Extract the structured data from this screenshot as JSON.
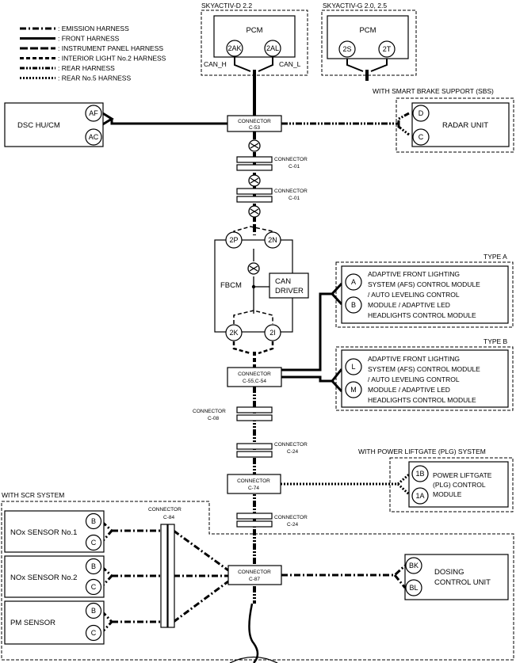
{
  "legend": [
    {
      "label": ": EMISSION HARNESS",
      "style": "dash-dot"
    },
    {
      "label": ": FRONT HARNESS",
      "style": "solid"
    },
    {
      "label": ": INSTRUMENT PANEL HARNESS",
      "style": "long-dash"
    },
    {
      "label": ": INTERIOR LIGHT No.2 HARNESS",
      "style": "dash"
    },
    {
      "label": ": REAR HARNESS",
      "style": "dash-dot-dot"
    },
    {
      "label": ": REAR No.5 HARNESS",
      "style": "dotted"
    }
  ],
  "groups": {
    "skyactiv_d": "SKYACTIV-D 2.2",
    "skyactiv_g": "SKYACTIV-G 2.0, 2.5",
    "sbs": "WITH SMART BRAKE SUPPORT (SBS)",
    "type_a": "TYPE A",
    "type_b": "TYPE B",
    "plg": "WITH POWER LIFTGATE (PLG) SYSTEM",
    "scr": "WITH SCR SYSTEM"
  },
  "modules": {
    "pcm_d": {
      "name": "PCM",
      "pins": [
        "2AK",
        "2AL"
      ],
      "can_h": "CAN_H",
      "can_l": "CAN_L"
    },
    "pcm_g": {
      "name": "PCM",
      "pins": [
        "2S",
        "2T"
      ]
    },
    "dsc": {
      "name": "DSC HU/CM",
      "pins": [
        "AF",
        "AC"
      ]
    },
    "radar": {
      "name": "RADAR UNIT",
      "pins": [
        "D",
        "C"
      ]
    },
    "fbcm": {
      "name": "FBCM",
      "pins_top": [
        "2P",
        "2N"
      ],
      "pins_bottom": [
        "2K",
        "2I"
      ],
      "can_driver": [
        "CAN",
        "DRIVER"
      ]
    },
    "afs_a": {
      "lines": [
        "ADAPTIVE FRONT LIGHTING",
        "SYSTEM (AFS) CONTROL MODULE",
        "/ AUTO LEVELING CONTROL",
        "MODULE / ADAPTIVE LED",
        "HEADLIGHTS CONTROL MODULE"
      ],
      "pins": [
        "A",
        "B"
      ]
    },
    "afs_b": {
      "lines": [
        "ADAPTIVE FRONT LIGHTING",
        "SYSTEM (AFS) CONTROL MODULE",
        "/ AUTO LEVELING CONTROL",
        "MODULE / ADAPTIVE LED",
        "HEADLIGHTS CONTROL MODULE"
      ],
      "pins": [
        "L",
        "M"
      ]
    },
    "plg": {
      "lines": [
        "POWER LIFTGATE",
        "(PLG) CONTROL",
        "MODULE"
      ],
      "pins": [
        "1B",
        "1A"
      ]
    },
    "nox1": {
      "name": "NOx SENSOR No.1",
      "pins": [
        "B",
        "C"
      ]
    },
    "nox2": {
      "name": "NOx SENSOR No.2",
      "pins": [
        "B",
        "C"
      ]
    },
    "pm": {
      "name": "PM SENSOR",
      "pins": [
        "B",
        "C"
      ]
    },
    "dosing": {
      "lines": [
        "DOSING",
        "CONTROL UNIT"
      ],
      "pins": [
        "BK",
        "BL"
      ]
    }
  },
  "connectors": {
    "c53": {
      "title": "CONNECTOR",
      "code": "C-53"
    },
    "c01a": {
      "title": "CONNECTOR",
      "code": "C-01"
    },
    "c01b": {
      "title": "CONNECTOR",
      "code": "C-01"
    },
    "c55": {
      "title": "CONNECTOR",
      "code": "C-55,C-54"
    },
    "c08": {
      "title": "CONNECTOR",
      "code": "C-08"
    },
    "c24a": {
      "title": "CONNECTOR",
      "code": "C-24"
    },
    "c74": {
      "title": "CONNECTOR",
      "code": "C-74"
    },
    "c24b": {
      "title": "CONNECTOR",
      "code": "C-24"
    },
    "c84": {
      "title": "CONNECTOR",
      "code": "C-84"
    },
    "c87": {
      "title": "CONNECTOR",
      "code": "C-87"
    }
  }
}
